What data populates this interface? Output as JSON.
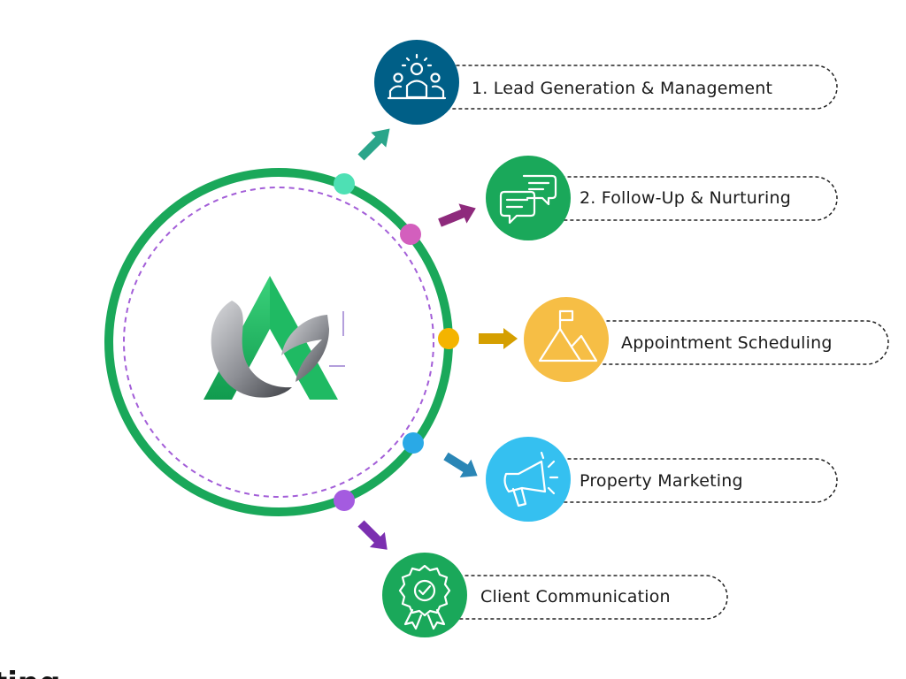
{
  "center": {
    "logo_name": "company-logo",
    "ring_color": "#1aa85a",
    "inner_dash_color": "#a35ed8",
    "leaf_color": "#2bc46a",
    "silver_color": "#9ea0a6"
  },
  "nodes": [
    {
      "id": "lead-generation",
      "label": "1. Lead Generation & Management",
      "icon": "team-icon",
      "circle_color": "#005f87",
      "dot_color": "#4ee0b4",
      "arrow_color": "#2aa58a"
    },
    {
      "id": "follow-up",
      "label": "2. Follow-Up & Nurturing",
      "icon": "chat-bubbles-icon",
      "circle_color": "#1aa85a",
      "dot_color": "#d35fbd",
      "arrow_color": "#8e2a7c"
    },
    {
      "id": "appointment",
      "label": "Appointment Scheduling",
      "icon": "mountain-flag-icon",
      "circle_color": "#f6be45",
      "dot_color": "#f4b400",
      "arrow_color": "#d59f00"
    },
    {
      "id": "property-marketing",
      "label": "Property Marketing",
      "icon": "megaphone-icon",
      "circle_color": "#35c0f0",
      "dot_color": "#2aa9e6",
      "arrow_color": "#2a86b6"
    },
    {
      "id": "client-communication",
      "label": "Client Communication",
      "icon": "award-badge-icon",
      "circle_color": "#1aa85a",
      "dot_color": "#a45be0",
      "arrow_color": "#7b2fb0"
    }
  ],
  "footer": {
    "cut_text": "ting"
  }
}
